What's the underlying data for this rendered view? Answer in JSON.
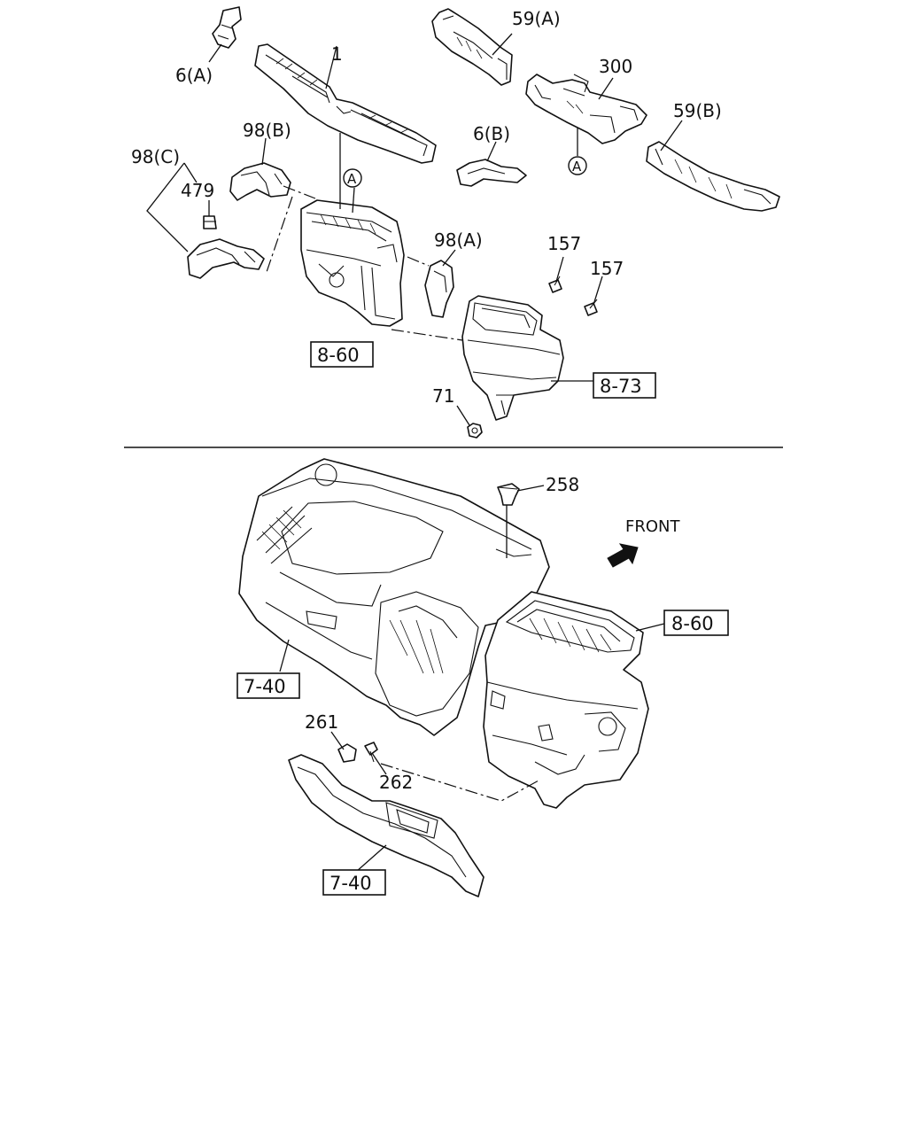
{
  "diagram": {
    "callouts": {
      "c_6a": "6(A)",
      "c_1": "1",
      "c_59a": "59(A)",
      "c_300": "300",
      "c_59b": "59(B)",
      "c_98b": "98(B)",
      "c_6b": "6(B)",
      "c_98c": "98(C)",
      "c_479": "479",
      "c_98a": "98(A)",
      "c_157a": "157",
      "c_157b": "157",
      "c_71": "71",
      "c_258": "258",
      "c_261": "261",
      "c_262": "262"
    },
    "ref_boxes": {
      "r_860_top": "8-60",
      "r_873": "8-73",
      "r_860_bottom": "8-60",
      "r_740_upper": "7-40",
      "r_740_lower": "7-40"
    },
    "markers": {
      "m_a1": "A",
      "m_a2": "A"
    },
    "front_label": "FRONT"
  }
}
